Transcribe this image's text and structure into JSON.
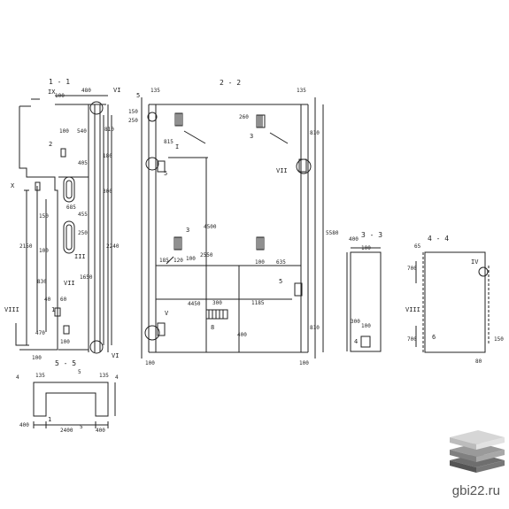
{
  "colors": {
    "ink": "#222222",
    "paper": "#ffffff",
    "logo_top": "#c8c8c8",
    "logo_mid": "#9a9a9a",
    "logo_bot": "#6e6e6e"
  },
  "sections": {
    "s11": {
      "title": "1 - 1",
      "dims": [
        "480",
        "100",
        "540",
        "100",
        "405",
        "810",
        "180",
        "300",
        "685",
        "455",
        "150",
        "100",
        "250",
        "2150",
        "830",
        "1650",
        "2240",
        "40",
        "60",
        "470",
        "100",
        "100"
      ],
      "marks": [
        "IX",
        "VI",
        "X",
        "III",
        "VIII",
        "VII",
        "VI",
        "2",
        "1"
      ]
    },
    "s22": {
      "title": "2 - 2",
      "dims": [
        "135",
        "135",
        "260",
        "150",
        "250",
        "815",
        "810",
        "185",
        "120",
        "100",
        "2550",
        "4450",
        "1185",
        "300",
        "4500",
        "635",
        "100",
        "100",
        "400",
        "100",
        "810",
        "5580"
      ],
      "marks": [
        "I",
        "3",
        "5",
        "VII",
        "3",
        "5",
        "8",
        "V",
        "5"
      ]
    },
    "s33": {
      "title": "3 - 3",
      "dims": [
        "400",
        "100",
        "300",
        "100"
      ],
      "marks": [
        "4"
      ]
    },
    "s44": {
      "title": "4 - 4",
      "dims": [
        "65",
        "700",
        "700",
        "150",
        "80"
      ],
      "marks": [
        "IV",
        "VIII",
        "6"
      ]
    },
    "s55": {
      "title": "5 - 5",
      "dims": [
        "4",
        "135",
        "135",
        "5",
        "4",
        "400",
        "2400",
        "5",
        "400"
      ],
      "marks": [
        "1"
      ]
    }
  },
  "watermark": "gbi22.ru"
}
